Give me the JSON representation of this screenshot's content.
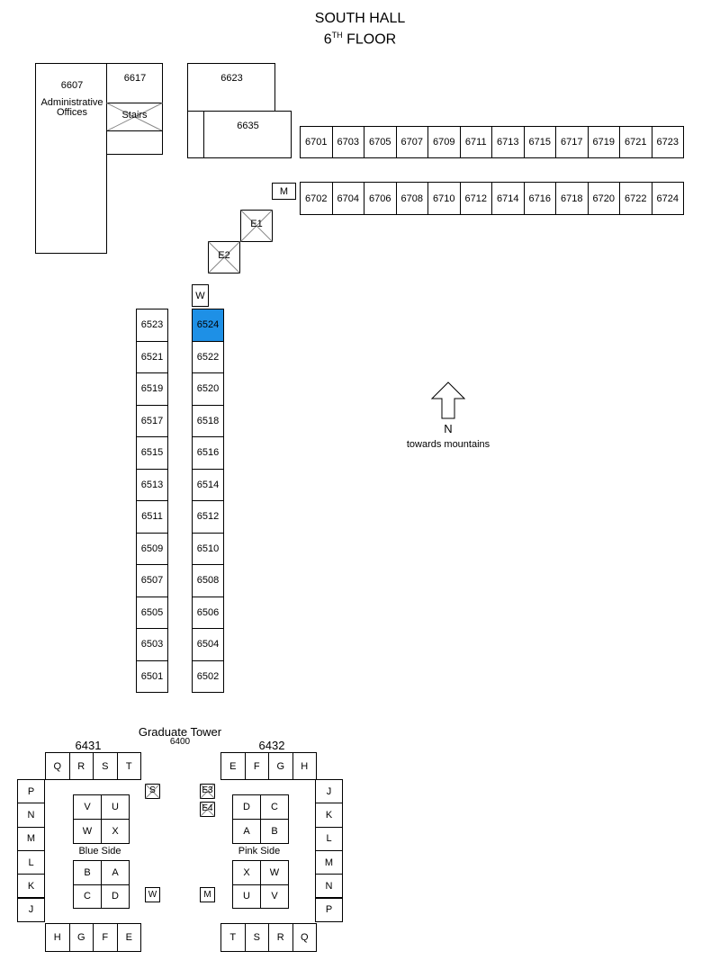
{
  "title": {
    "line1": "SOUTH HALL",
    "line2_num": "6",
    "line2_sup": "TH",
    "line2_rest": " FLOOR"
  },
  "colors": {
    "highlight": "#1e90e6"
  },
  "admin": {
    "number": "6607",
    "label_line1": "Administrative",
    "label_line2": "Offices"
  },
  "r6617": "6617",
  "stairs": "Stairs",
  "r6623": "6623",
  "r6635": "6635",
  "row6700_top": [
    "6701",
    "6703",
    "6705",
    "6707",
    "6709",
    "6711",
    "6713",
    "6715",
    "6717",
    "6719",
    "6721",
    "6723"
  ],
  "row6700_bottom": [
    "6702",
    "6704",
    "6706",
    "6708",
    "6710",
    "6712",
    "6714",
    "6716",
    "6718",
    "6720",
    "6722",
    "6724"
  ],
  "m_upper": "M",
  "e1": "E1",
  "e2": "E2",
  "w_upper": "W",
  "col_left": [
    "6523",
    "6521",
    "6519",
    "6517",
    "6515",
    "6513",
    "6511",
    "6509",
    "6507",
    "6505",
    "6503",
    "6501"
  ],
  "col_right": [
    "6524",
    "6522",
    "6520",
    "6518",
    "6516",
    "6514",
    "6512",
    "6510",
    "6508",
    "6506",
    "6504",
    "6502"
  ],
  "highlighted_room": "6524",
  "compass": {
    "n": "N",
    "note": "towards mountains"
  },
  "tower": {
    "title": "Graduate Tower",
    "number": "6400",
    "left": {
      "number": "6431",
      "top": [
        "Q",
        "R",
        "S",
        "T"
      ],
      "side": [
        "P",
        "N",
        "M",
        "L",
        "K",
        "J"
      ],
      "bottom": [
        "H",
        "G",
        "F",
        "E"
      ],
      "upper_grid": [
        "V",
        "U",
        "W",
        "X"
      ],
      "side_label": "Blue Side",
      "lower_grid": [
        "B",
        "A",
        "C",
        "D"
      ],
      "s": "S",
      "w": "W"
    },
    "right": {
      "number": "6432",
      "top": [
        "E",
        "F",
        "G",
        "H"
      ],
      "side": [
        "J",
        "K",
        "L",
        "M",
        "N",
        "P"
      ],
      "bottom": [
        "T",
        "S",
        "R",
        "Q"
      ],
      "upper_grid": [
        "D",
        "C",
        "A",
        "B"
      ],
      "side_label": "Pink Side",
      "lower_grid": [
        "X",
        "W",
        "U",
        "V"
      ],
      "e3": "E3",
      "e4": "E4",
      "m": "M"
    }
  }
}
